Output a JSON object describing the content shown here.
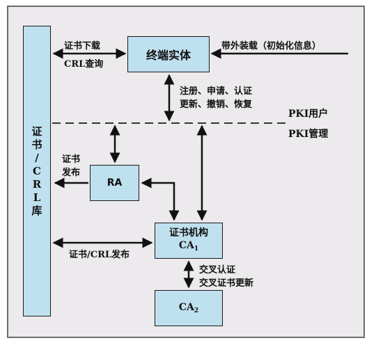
{
  "boxes": {
    "crl_store": [
      "证",
      "书",
      "/",
      "C",
      "R",
      "L",
      "库"
    ],
    "terminal": "终端实体",
    "ra": "RA",
    "ca1_line1": "证书机构",
    "ca1_main": "CA",
    "ca1_sub": "1",
    "ca2_main": "CA",
    "ca2_sub": "2"
  },
  "labels": {
    "cert_download": "证书下载",
    "crl_query": "CRL查询",
    "oob_load": "带外装载（初始化信息）",
    "ops_line1": "注册、申请、认证",
    "ops_line2": "更新、撤销、恢复",
    "pki_user": "PKI用户",
    "pki_mgmt": "PKI管理",
    "cert_pub_line1": "证书",
    "cert_pub_line2": "发布",
    "cert_crl_pub": "证书/CRL发布",
    "cross_line1": "交叉认证",
    "cross_line2": "交叉证书更新"
  }
}
